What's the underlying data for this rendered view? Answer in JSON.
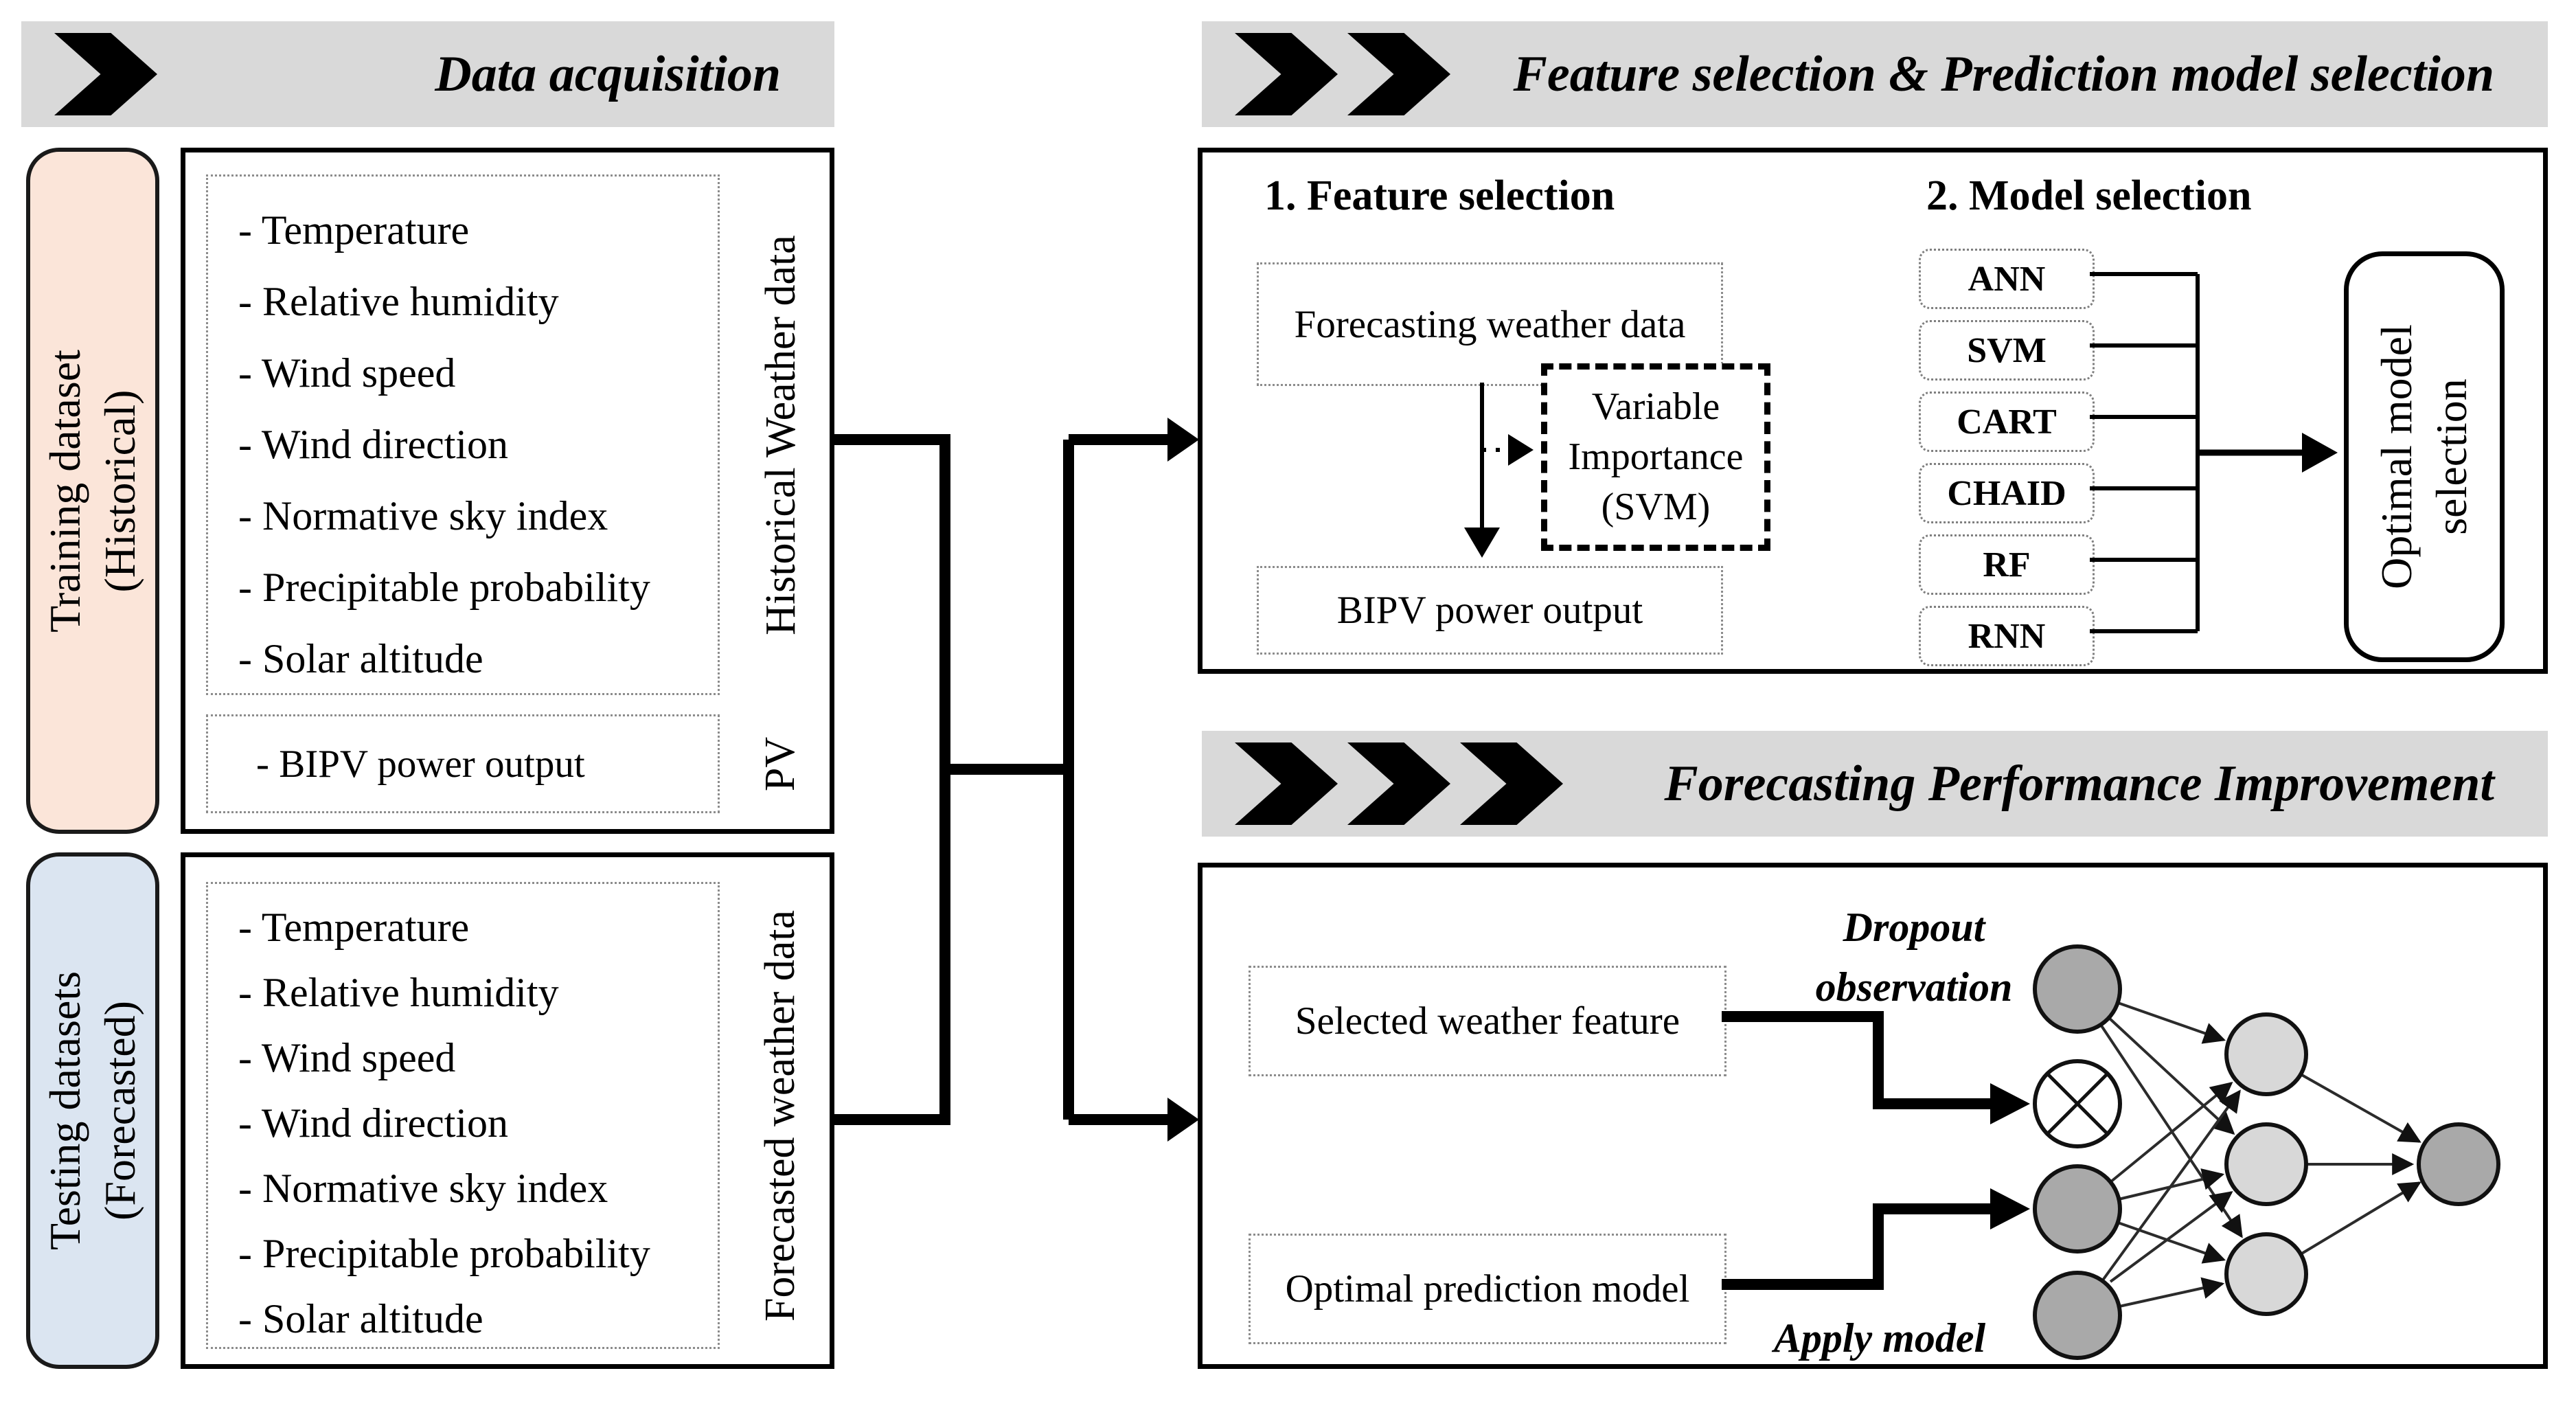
{
  "headers": {
    "acquisition": "Data acquisition",
    "selection": "Feature selection & Prediction model selection",
    "improvement": "Forecasting Performance Improvement"
  },
  "acquisition": {
    "training_label_line1": "Training dataset",
    "training_label_line2": "(Historical)",
    "testing_label_line1": "Testing datasets",
    "testing_label_line2": "(Forecasted)",
    "weather_items": [
      "- Temperature",
      "- Relative humidity",
      "- Wind speed",
      "- Wind direction",
      "- Normative sky index",
      "- Precipitable probability",
      "- Solar altitude"
    ],
    "historical_weather_label": "Historical Weather data",
    "pv_item": "- BIPV power output",
    "pv_label": "PV",
    "forecasted_weather_label": "Forecasted weather data"
  },
  "feature_selection": {
    "heading": "1. Feature selection",
    "input_box": "Forecasting weather data",
    "importance_lines": [
      "Variable",
      "Importance",
      "(SVM)"
    ],
    "output_box": "BIPV power output"
  },
  "model_selection": {
    "heading": "2. Model selection",
    "models": [
      "ANN",
      "SVM",
      "CART",
      "CHAID",
      "RF",
      "RNN"
    ],
    "optimal_line1": "Optimal model",
    "optimal_line2": "selection"
  },
  "improvement": {
    "selected_feature_box": "Selected weather feature",
    "optimal_model_box": "Optimal prediction model",
    "dropout_line1": "Dropout",
    "dropout_line2": "observation",
    "apply_label": "Apply model"
  },
  "colors": {
    "header_bg": "#d9d9d9",
    "training_bg": "#fbe5d9",
    "testing_bg": "#dbe5f1",
    "input_node": "#a9a9a9",
    "hidden_node": "#d8d8d8",
    "output_node": "#a9a9a9"
  }
}
